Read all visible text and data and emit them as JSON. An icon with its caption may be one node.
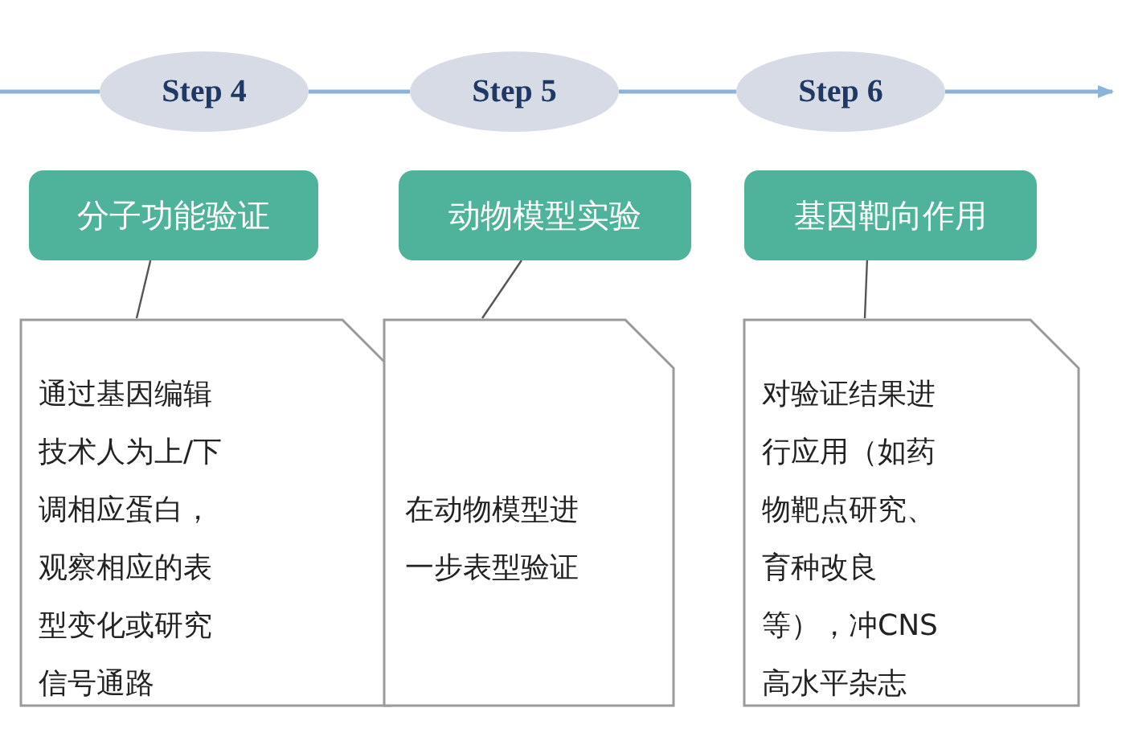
{
  "diagram": {
    "nodes": [
      {
        "text": [
          "Step 4"
        ]
      },
      {
        "text": [
          "Step 5"
        ]
      },
      {
        "text": [
          "Step 6"
        ]
      },
      {
        "text": [
          "分子功能验证"
        ]
      },
      {
        "text": [
          "动物模型实验"
        ]
      },
      {
        "text": [
          "基因靶向作用"
        ]
      },
      {
        "text": [
          "通过基因编辑技术人为上/下调相应蛋白，观察相应的表型变化或研究信号通路"
        ]
      },
      {
        "text": [
          "在动物模型进一步表型验证"
        ]
      },
      {
        "text": [
          "对验证结果进行应用（如药物靶点研究、育种改良等），冲CNS高水平杂志"
        ]
      }
    ],
    "edges": [
      {
        "from": null,
        "to": 0,
        "arrow": "none"
      },
      {
        "from": 0,
        "to": 1,
        "arrow": "none"
      },
      {
        "from": 1,
        "to": 2,
        "arrow": "none"
      },
      {
        "from": 2,
        "to": null,
        "arrow": "to"
      },
      {
        "from": 3,
        "to": 6,
        "arrow": "none",
        "color": "#555555"
      },
      {
        "from": 4,
        "to": 7,
        "arrow": "none",
        "color": "#555555"
      },
      {
        "from": 5,
        "to": 8,
        "arrow": "none",
        "color": "#555555"
      }
    ]
  }
}
